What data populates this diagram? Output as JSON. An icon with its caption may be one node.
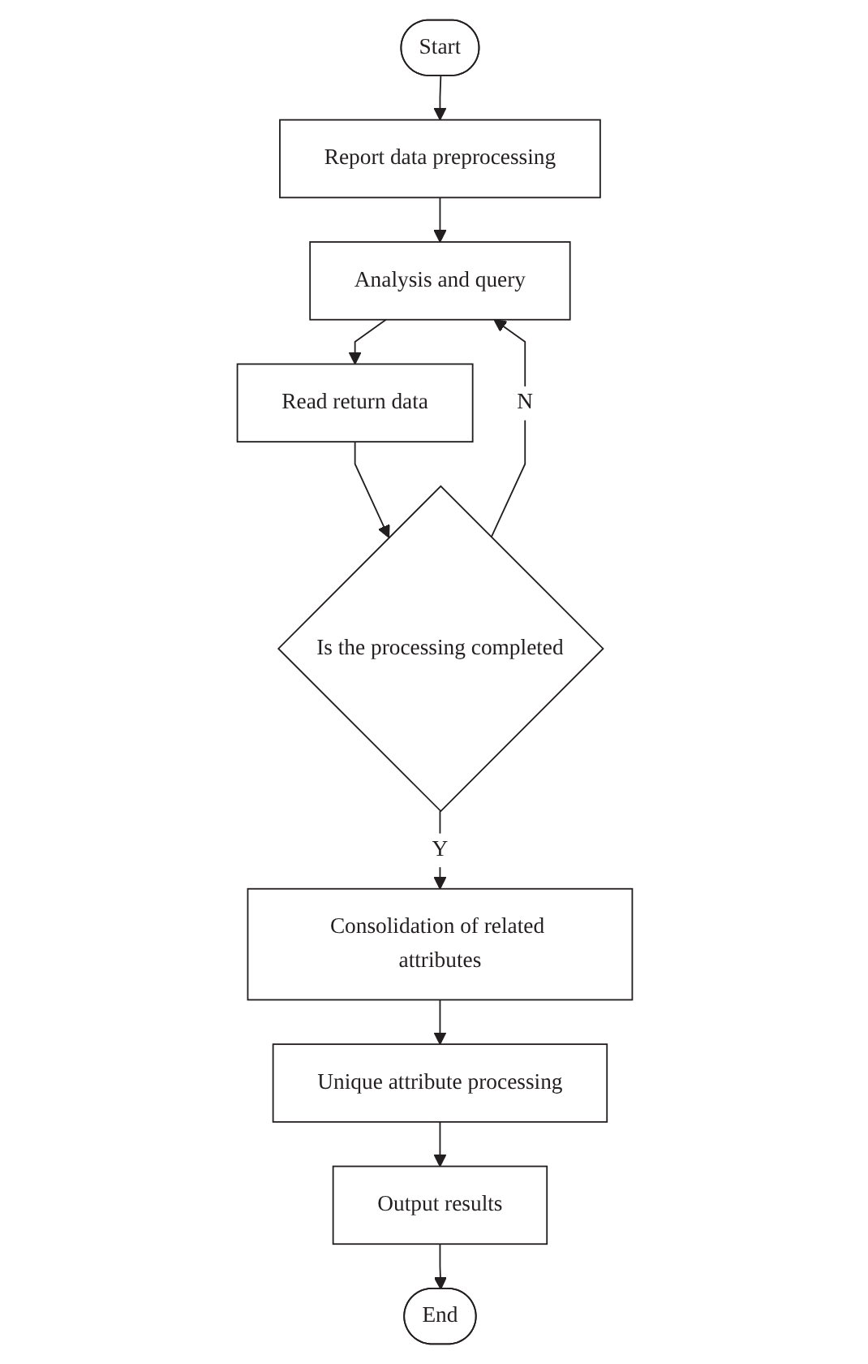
{
  "diagram": {
    "nodes": [
      {
        "text": [
          "Start"
        ]
      },
      {
        "text": [
          "Report data preprocessing"
        ]
      },
      {
        "text": [
          "Analysis and query"
        ]
      },
      {
        "text": [
          "Read return data"
        ]
      },
      {
        "text": [
          "Is the processing completed"
        ]
      },
      {
        "text": [
          "Consolidation of related attributes"
        ]
      },
      {
        "text": [
          "Unique attribute processing"
        ]
      },
      {
        "text": [
          "Output results"
        ]
      },
      {
        "text": [
          "End"
        ]
      }
    ],
    "edges": [
      {
        "from": 0,
        "to": 1,
        "arrow": "to"
      },
      {
        "from": 1,
        "to": 2,
        "arrow": "to"
      },
      {
        "from": 2,
        "to": 3,
        "arrow": "to"
      },
      {
        "from": 3,
        "to": 4,
        "arrow": "to"
      },
      {
        "from": 4,
        "to": 2,
        "arrow": "to",
        "label": "N"
      },
      {
        "from": 4,
        "to": 5,
        "arrow": "to",
        "label": "Y"
      },
      {
        "from": 5,
        "to": 6,
        "arrow": "to"
      },
      {
        "from": 6,
        "to": 7,
        "arrow": "to"
      },
      {
        "from": 7,
        "to": 8,
        "arrow": "to"
      }
    ]
  }
}
